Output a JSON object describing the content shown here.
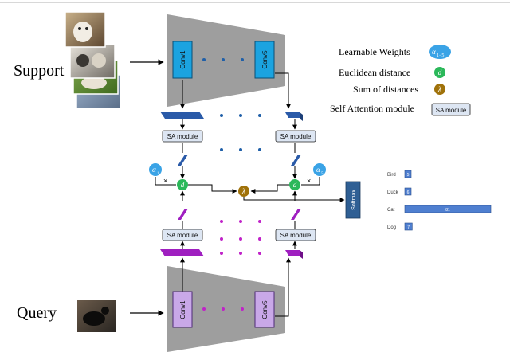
{
  "labels": {
    "support": "Support",
    "query": "Query",
    "conv1": "Conv1",
    "conv5": "Conv5",
    "sa_module": "SA module",
    "softmax": "Softmax",
    "times": "×"
  },
  "symbols": {
    "alpha1_base": "α",
    "alpha1_sub": "1",
    "alpha5_base": "α",
    "alpha5_sub": "5",
    "d": "d",
    "lambda": "λ"
  },
  "legend": {
    "learnable_weights": "Learnable Weights",
    "learnable_symbol_base": "α",
    "learnable_symbol_sub": "1−5",
    "euclidean_distance": "Euclidean distance",
    "euclidean_symbol": "d",
    "sum_of_distances": "Sum of distances",
    "sum_symbol": "λ",
    "sa_module_label": "Self Attention module",
    "sa_module_box": "SA module"
  },
  "output": {
    "categories": [
      "Bird",
      "Duck",
      "Cat",
      "Dog"
    ],
    "values": [
      "5",
      "6",
      "81",
      "7"
    ]
  },
  "colors": {
    "support_conv": "#1ba3e0",
    "query_conv": "#c9a8e8",
    "support_feature": "#2a5aa8",
    "query_feature": "#9f1fc0",
    "encoder_gray": "#9e9e9e",
    "legend_alpha": "#3aa3e6",
    "legend_d": "#2bb85a",
    "legend_lambda": "#a0720a",
    "softmax": "#2f5f94",
    "bar": "#4f7fd0"
  }
}
